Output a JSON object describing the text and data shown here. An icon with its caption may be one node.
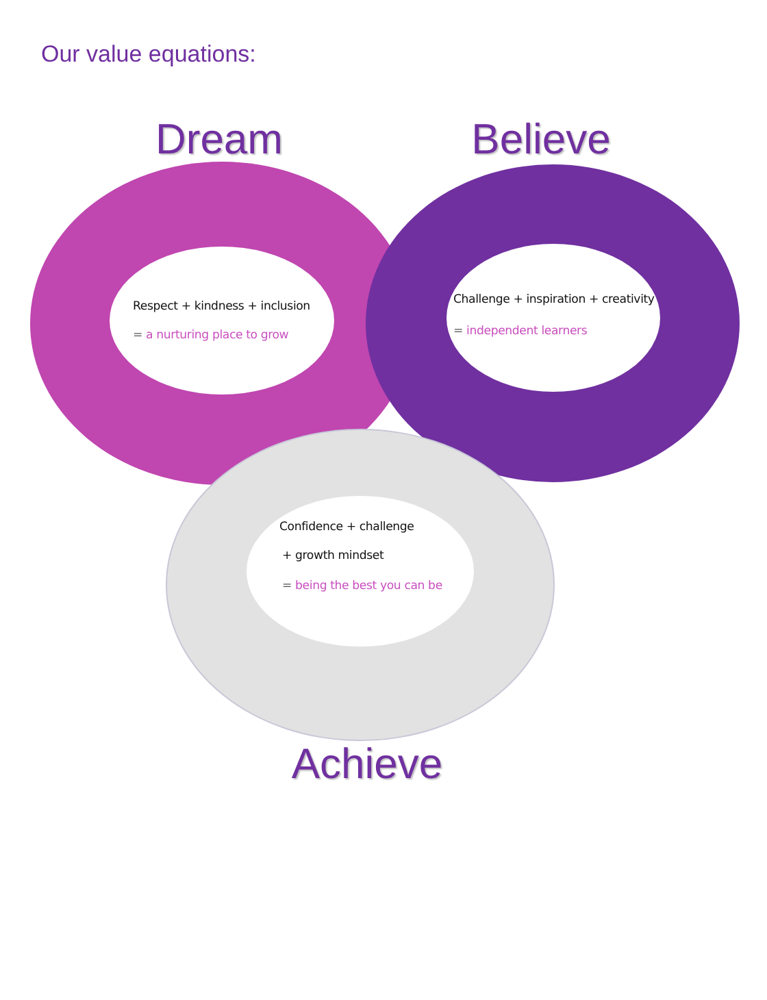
{
  "diagram": {
    "title": "Our value equations:",
    "nodes": [
      {
        "text": [
          "Dream"
        ]
      },
      {
        "text": [
          "Respect + kindness + inclusion",
          "= a nurturing place to grow"
        ],
        "in": 0
      },
      {
        "text": [
          "Believe"
        ]
      },
      {
        "text": [
          "Challenge + inspiration + creativity",
          "= independent learners"
        ],
        "in": 2
      },
      {
        "text": [
          "Achieve"
        ]
      },
      {
        "text": [
          "Confidence + challenge",
          "+ growth mindset",
          "= being the best you can be"
        ],
        "in": 4
      }
    ]
  }
}
